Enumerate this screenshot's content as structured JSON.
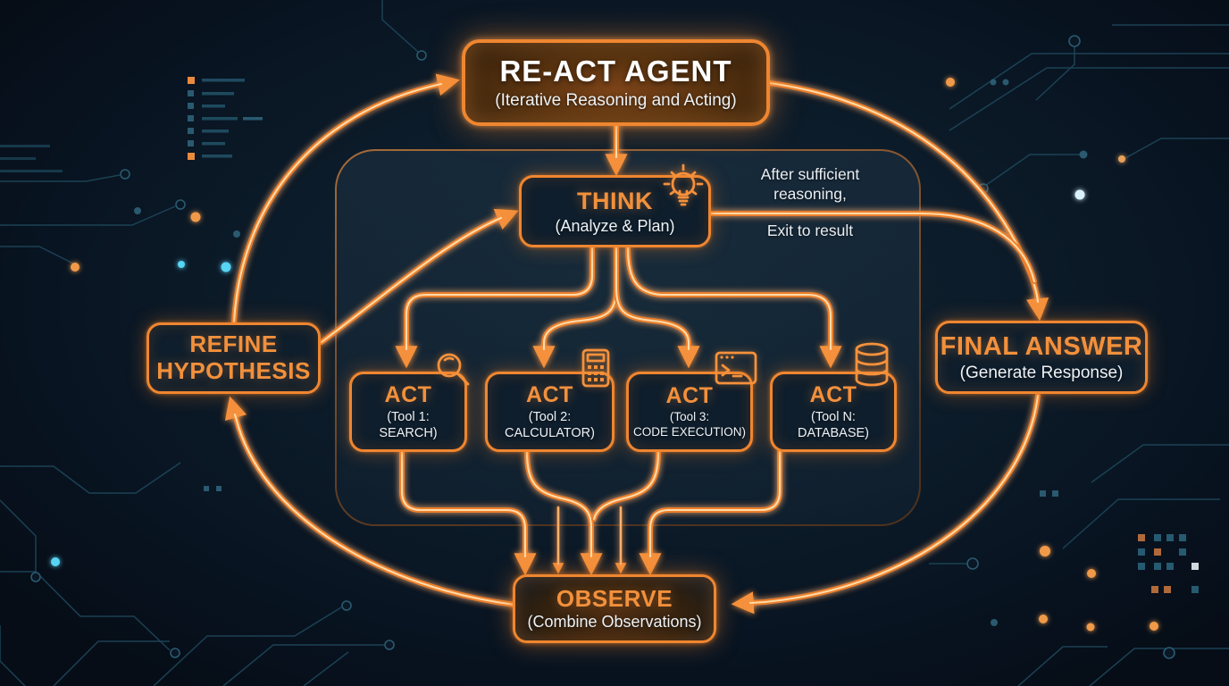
{
  "diagram": {
    "nodes": {
      "agent": {
        "title": "RE-ACT AGENT",
        "subtitle": "(Iterative Reasoning and Acting)"
      },
      "think": {
        "title": "THINK",
        "subtitle": "(Analyze & Plan)",
        "icon": "lightbulb-icon"
      },
      "refine": {
        "title_line1": "REFINE",
        "title_line2": "HYPOTHESIS"
      },
      "final": {
        "title": "FINAL ANSWER",
        "subtitle": "(Generate Response)"
      },
      "observe": {
        "title": "OBSERVE",
        "subtitle": "(Combine Observations)"
      }
    },
    "acts": [
      {
        "title": "ACT",
        "subtitle_line1": "(Tool 1:",
        "subtitle_line2": "SEARCH)",
        "icon": "search-icon"
      },
      {
        "title": "ACT",
        "subtitle_line1": "(Tool 2:",
        "subtitle_line2": "CALCULATOR)",
        "icon": "calculator-icon"
      },
      {
        "title": "ACT",
        "subtitle_line1": "(Tool 3:",
        "subtitle_line2": "CODE EXECUTION)",
        "icon": "terminal-icon"
      },
      {
        "title": "ACT",
        "subtitle_line1": "(Tool N:",
        "subtitle_line2": "DATABASE)",
        "icon": "database-icon"
      }
    ],
    "labels": {
      "exit_condition_line1": "After sufficient",
      "exit_condition_line2": "reasoning,",
      "exit_action": "Exit to result"
    },
    "colors": {
      "accent": "#f2903c",
      "line": "#ee8030",
      "line_highlight": "#ffe0b0",
      "background": "#0a1826",
      "circuit_trace": "#1f4a5e",
      "glow_cyan": "#59d4f4",
      "glow_orange": "#f09a4a",
      "text": "#edf2f6"
    }
  }
}
